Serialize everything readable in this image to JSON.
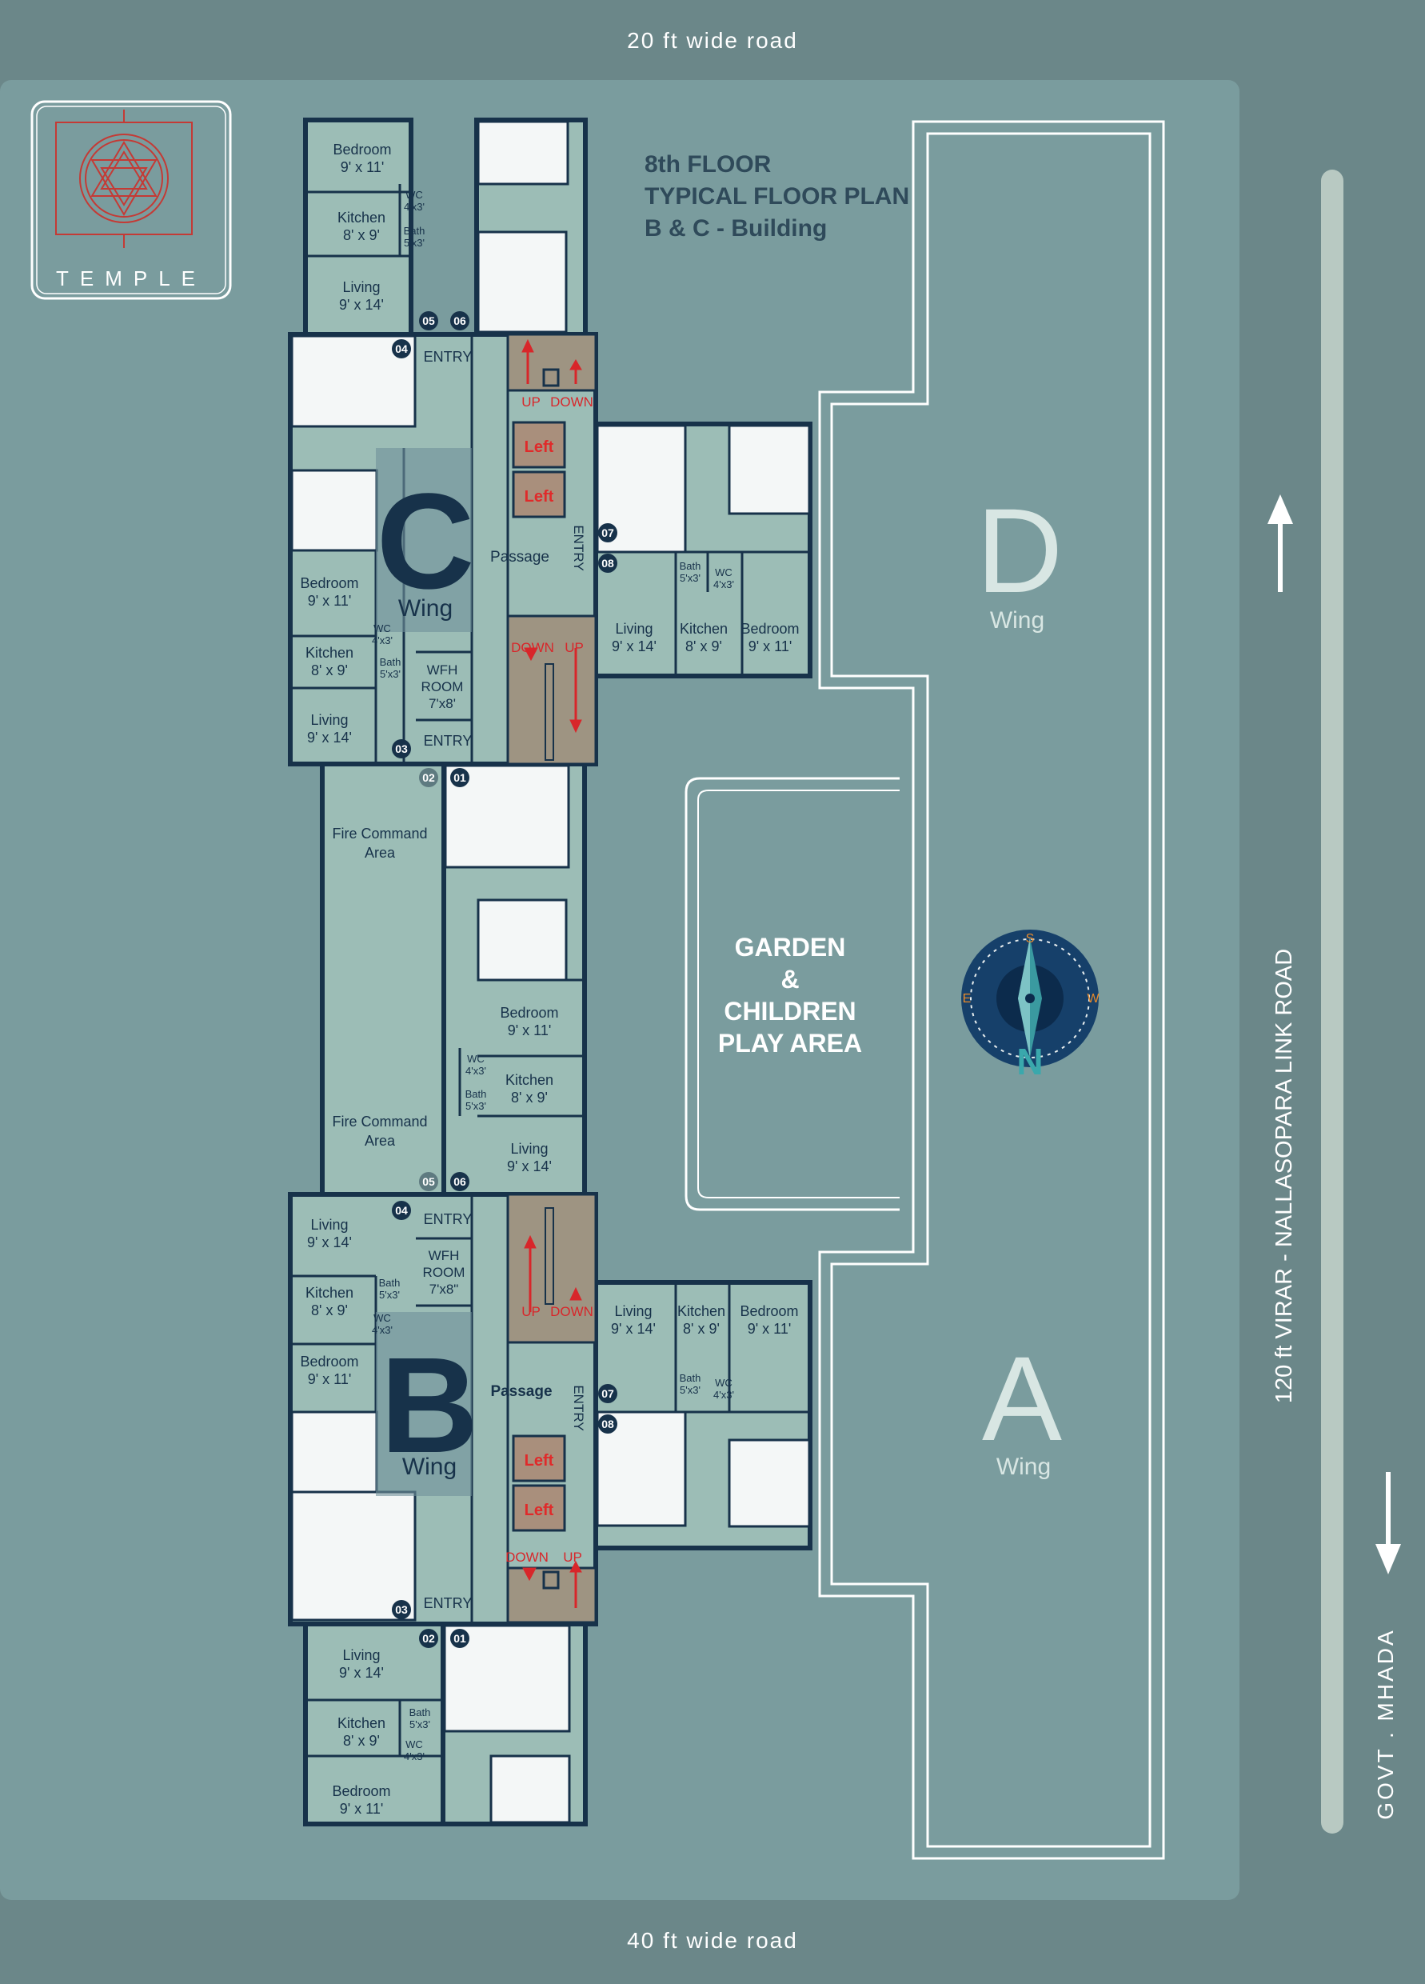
{
  "roads": {
    "top": "20 ft wide road",
    "bottom": "40 ft wide road",
    "right": "120 ft VIRAR - NALLASOPARA LINK ROAD",
    "right_lower": "GOVT . MHADA"
  },
  "temple": {
    "label": "TEMPLE"
  },
  "plan_title": [
    "8th FLOOR",
    "TYPICAL FLOOR PLAN",
    "B & C - Building"
  ],
  "wings": {
    "C": {
      "letter": "C",
      "word": "Wing"
    },
    "B": {
      "letter": "B",
      "word": "Wing"
    },
    "D": {
      "letter": "D",
      "word": "Wing"
    },
    "A": {
      "letter": "A",
      "word": "Wing"
    }
  },
  "garden": [
    "GARDEN",
    "&",
    "CHILDREN",
    "PLAY AREA"
  ],
  "compass": {
    "north": "N",
    "south": "S",
    "east": "E",
    "west": "W"
  },
  "rooms": {
    "bedroom": "Bedroom",
    "bedroom_size": "9' x 11'",
    "kitchen": "Kitchen",
    "kitchen_size": "8' x 9'",
    "living": "Living",
    "living_size": "9' x 14'",
    "wc": "WC",
    "wc_size": "4'x3'",
    "bath": "Bath",
    "bath_size": "5'x3'",
    "wfh": [
      "WFH",
      "ROOM"
    ],
    "wfh_size_c": "7'x8'",
    "wfh_size_b": "7'x8\""
  },
  "labels": {
    "entry": "ENTRY",
    "passage": "Passage",
    "lift": "Left",
    "up": "UP",
    "down": "DOWN",
    "fire_command": [
      "Fire Command",
      "Area"
    ]
  },
  "flat_numbers": [
    "01",
    "02",
    "03",
    "04",
    "05",
    "06",
    "07",
    "08"
  ],
  "colors": {
    "background": "#6b8789",
    "site": "#7a9c9e",
    "building": "#9cbdb6",
    "wall": "#17324a",
    "stair": "#9e9482",
    "lift": "#a98f7c",
    "lift_text": "#e02a2a",
    "arrow_red": "#d8262a",
    "temple_red": "#c43a35",
    "compass_ring": "#16406a"
  }
}
